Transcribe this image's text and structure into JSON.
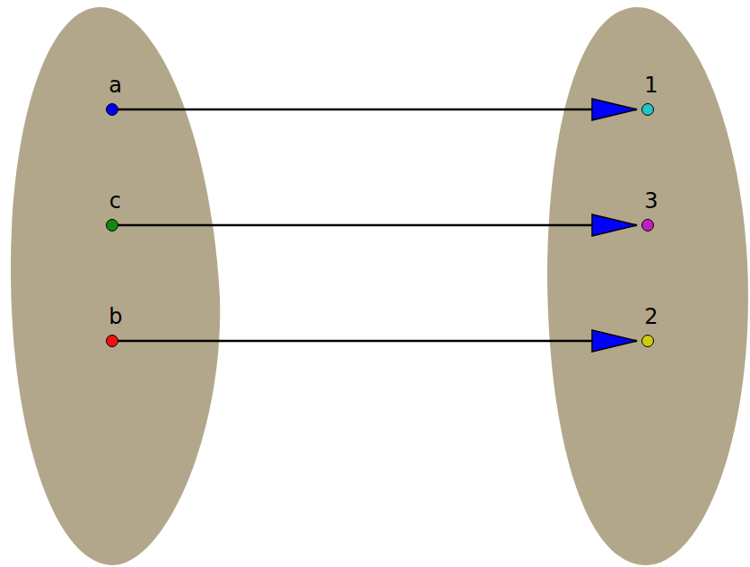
{
  "diagram": {
    "nodes": [
      {
        "text": [
          "a"
        ]
      },
      {
        "text": [
          "1"
        ]
      },
      {
        "text": [
          "c"
        ]
      },
      {
        "text": [
          "3"
        ]
      },
      {
        "text": [
          "b"
        ]
      },
      {
        "text": [
          "2"
        ]
      }
    ],
    "edges": [
      {
        "from": 0,
        "to": 1,
        "arrow": "to"
      },
      {
        "from": 2,
        "to": 3,
        "arrow": "to"
      },
      {
        "from": 4,
        "to": 5,
        "arrow": "to"
      }
    ]
  }
}
